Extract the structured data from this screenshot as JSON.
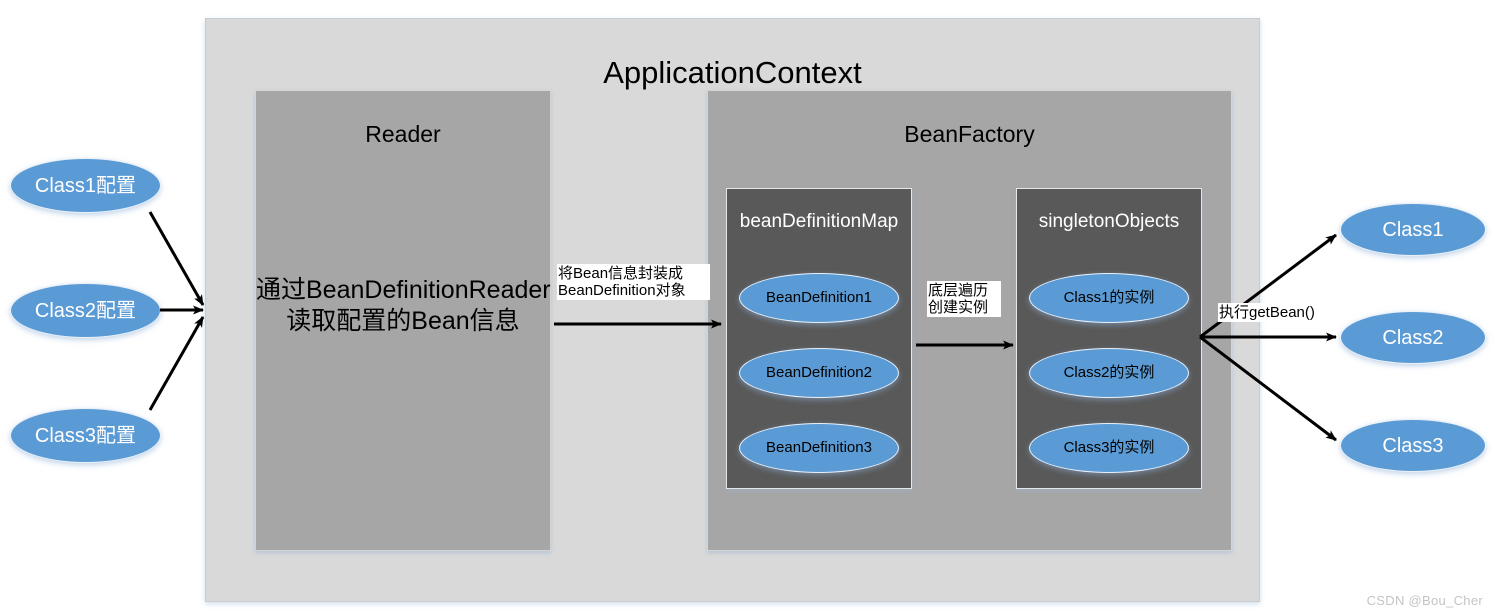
{
  "diagram": {
    "title": "ApplicationContext",
    "watermark": "CSDN @Bou_Cher",
    "colors": {
      "canvas": "#ffffff",
      "outer_container": "#d9d9d9",
      "panel": "#a6a6a6",
      "subpanel": "#595959",
      "ellipse": "#5b9bd5",
      "arrow": "#000000",
      "watermark": "#c4c4c4"
    }
  },
  "inputs": {
    "nodes": [
      {
        "label": "Class1配置"
      },
      {
        "label": "Class2配置"
      },
      {
        "label": "Class3配置"
      }
    ]
  },
  "reader": {
    "title": "Reader",
    "body_line1": "通过BeanDefinitionReader",
    "body_line2": "读取配置的Bean信息"
  },
  "bean_factory": {
    "title": "BeanFactory",
    "bean_definition_map": {
      "title": "beanDefinitionMap",
      "items": [
        {
          "label": "BeanDefinition1"
        },
        {
          "label": "BeanDefinition2"
        },
        {
          "label": "BeanDefinition3"
        }
      ]
    },
    "singleton_objects": {
      "title": "singletonObjects",
      "items": [
        {
          "label": "Class1的实例"
        },
        {
          "label": "Class2的实例"
        },
        {
          "label": "Class3的实例"
        }
      ]
    }
  },
  "outputs": {
    "nodes": [
      {
        "label": "Class1"
      },
      {
        "label": "Class2"
      },
      {
        "label": "Class3"
      }
    ]
  },
  "edge_labels": {
    "reader_to_map": "将Bean信息封装成\nBeanDefinition对象",
    "map_to_singletons": "底层遍历\n创建实例",
    "singletons_to_outputs": "执行getBean()"
  }
}
